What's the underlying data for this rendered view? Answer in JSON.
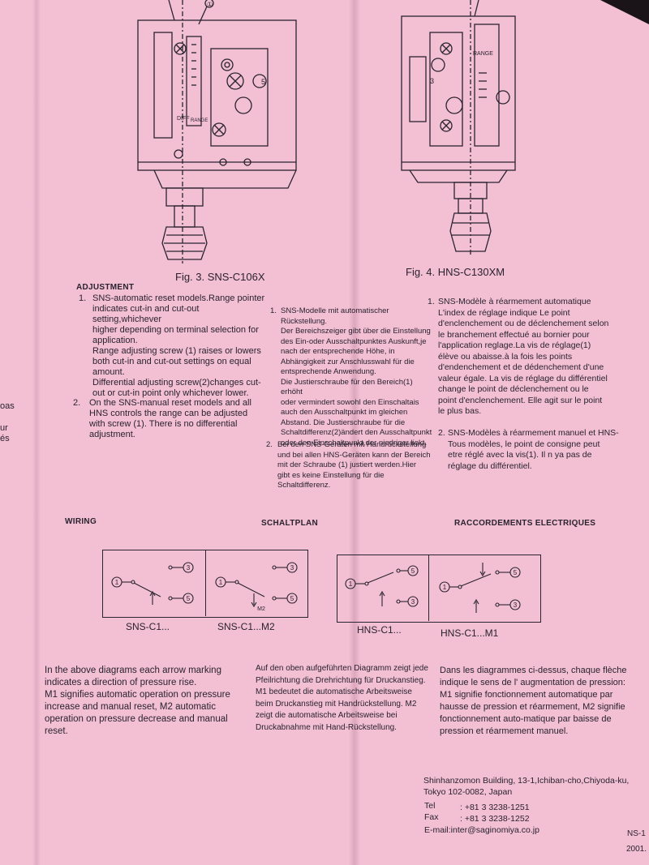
{
  "edge": {
    "f1": "oas",
    "f2": "ur",
    "f3": "és"
  },
  "fig3": {
    "caption": "Fig. 3. SNS-C106X",
    "diff_label": "DIFF",
    "range_label": "RANGE",
    "callout_1": "①",
    "callout_5": "5"
  },
  "fig4": {
    "caption": "Fig. 4. HNS-C130XM",
    "range_label": "RANGE",
    "callout_3": "3"
  },
  "adjustment": {
    "heading": "ADJUSTMENT",
    "en": {
      "n1": "1.",
      "item1": "SNS-automatic reset models.Range pointer\nindicates cut-in and cut-out setting,whichever\nhigher depending on terminal selection for\napplication.\nRange adjusting screw (1) raises or lowers\nboth cut-in and cut-out settings on equal\namount.\nDifferential adjusting screw(2)changes cut-\nout or cut-in point only whichever lower.",
      "n2": "2.",
      "item2": "On the SNS-manual reset models and all\nHNS controls the range can be adjusted\nwith screw (1). There is no differential\nadjustment."
    },
    "de": {
      "n1": "1.",
      "item1": "SNS-Modelle mit automatischer Rückstellung.\nDer Bereichszeiger gibt über die Einstellung\ndes Ein-oder Ausschaltpunktes Auskunft,je\nnach der entsprechende Höhe, in\nAbhängigkeit zur Anschlusswahl für die\nentsprechende Anwendung.\nDie Justierschraube für den Bereich(1) erhöht\noder vermindert sowohl den Einschaltais\nauch den Ausschaltpunkt im gleichen\nAbstand. Die Justierschraube für die\nSchaltdifferenz(2)ändert den Ausschaltpunkt\noder den Einschaltpunkt,der niedriger liekt.",
      "n2": "2.",
      "item2": "Bei den SNS-Geräten mit Handrückstellung\nund bei allen HNS-Geräten kann der Bereich\nmit der Schraube (1) justiert werden.Hier\ngibt es keine Einstellung für die\nSchaltdifferenz."
    },
    "fr": {
      "n1": "1.",
      "item1": "SNS-Modèle à réarmement automatique\nL'index de réglage indique Le point\nd'enclenchement ou de déclenchement selon\nle branchement effectué au bornier pour\nl'application reglage.La vis de réglage(1)\nélève ou abaisse.à la fois les points\nd'endenchement et de dédenchement d'une\nvaleur égale. La vis de réglage du différentiel\nchange le point de déclenchement ou le\npoint d'enclenchement. Elle agit sur le point\nle plus bas.",
      "n2": "2.",
      "item2": "SNS-Modèles à réarmement manuel et HNS-\nTous modèles, le point de consigne peut\netre réglé avec la vis(1). Il n ya pas de\nréglage du différentiel."
    }
  },
  "wiring": {
    "heading_en": "WIRING",
    "heading_de": "SCHALTPLAN",
    "heading_fr": "RACCORDEMENTS ELECTRIQUES",
    "t1": "1",
    "t3": "3",
    "t5": "5",
    "m2_label": "M2",
    "labels": [
      "SNS-C1...",
      "SNS-C1...M2",
      "HNS-C1...",
      "HNS-C1...M1"
    ]
  },
  "notes": {
    "en": "In the above diagrams each arrow marking\nindicates a direction of pressure rise.\nM1 signifies automatic operation on pressure\nincrease and manual reset, M2 automatic\noperation on pressure decrease and manual\nreset.",
    "de": "Auf den oben aufgeführten Diagramm zeigt jede\nPfeilrichtung die Drehrichtung für Druckanstieg.\nM1 bedeutet die automatische Arbeitsweise\nbeim Druckanstieg mit Handrückstellung. M2\nzeigt die automatische Arbeitsweise bei\nDruckabnahme mit Hand-Rückstellung.",
    "fr": "Dans les diagrammes ci-dessus, chaque flèche\nindique le sens de l' augmentation de pression:\nM1 signifie fonctionnement automatique par\nhausse de pression et réarmement, M2 signifie\nfonctionnement auto-matique par baisse de\npression et réarmement manuel."
  },
  "footer": {
    "address": "Shinhanzomon Building, 13-1,Ichiban-cho,Chiyoda-ku,\nTokyo 102-0082, Japan",
    "tel_label": "Tel",
    "tel": ": +81 3 3238-1251",
    "fax_label": "Fax",
    "fax": ": +81 3 3238-1252",
    "email": "E-mail:inter@saginomiya.co.jp",
    "doc_code": "NS-1",
    "doc_date": "2001."
  }
}
